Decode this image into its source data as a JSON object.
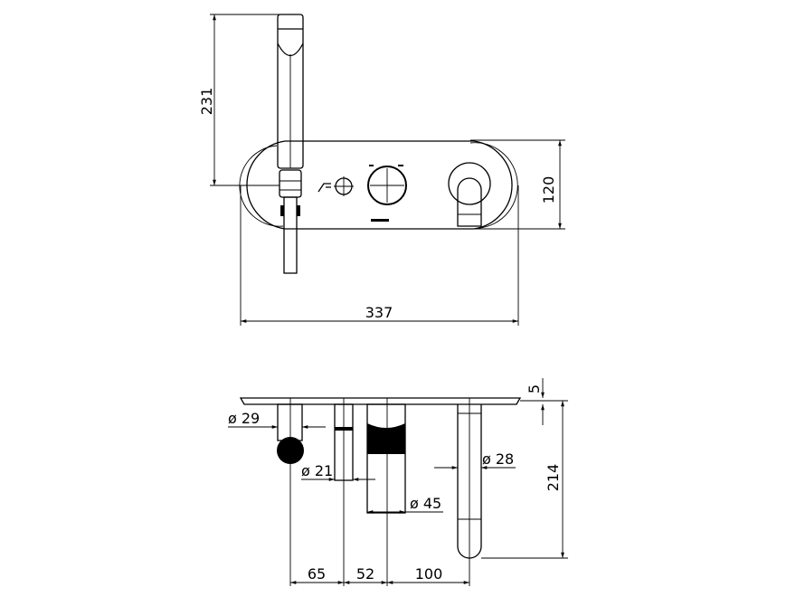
{
  "colors": {
    "line": "#000000",
    "background": "#ffffff"
  },
  "front_view": {
    "dimensions": {
      "height_total": "231",
      "plate_height": "120",
      "plate_width": "337"
    }
  },
  "side_view": {
    "dimensions": {
      "plate_thickness": "5",
      "spout_projection": "214",
      "diameter_handshower": "ø 29",
      "diameter_diverter": "ø 21",
      "diameter_knob": "ø 45",
      "diameter_spout": "ø 28",
      "spacing_1": "65",
      "spacing_2": "52",
      "spacing_3": "100"
    }
  }
}
